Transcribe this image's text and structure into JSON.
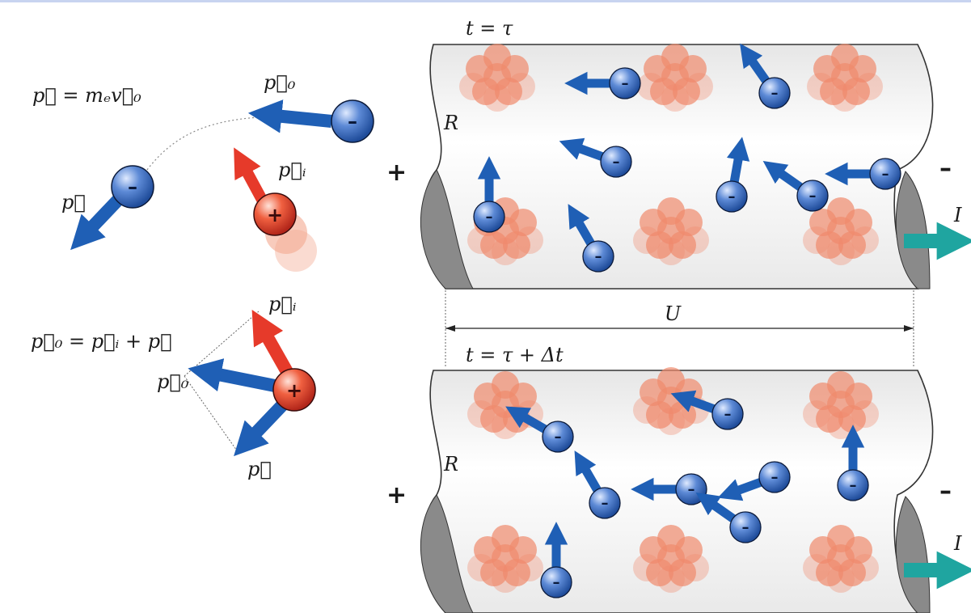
{
  "formulas": {
    "momentum": "p⃗ = mₑv⃗₀",
    "sum": "p⃗₀ = p⃗ᵢ + p⃗"
  },
  "labels": {
    "p0": "p⃗₀",
    "p": "p⃗",
    "pi": "p⃗ᵢ",
    "p0_vec": "p⃗₀",
    "p_vec": "p⃗",
    "pi_vec": "p⃗ᵢ",
    "time_top": "t = τ",
    "time_bottom": "t = τ + Δt",
    "resistance_top": "R",
    "resistance_bottom": "R",
    "voltage": "U",
    "current_top": "I",
    "current_bottom": "I",
    "plus_top": "+",
    "minus_top": "–",
    "plus_bottom": "+",
    "minus_bottom": "–"
  },
  "particles": {
    "electron_sign": "–",
    "ion_sign": "+"
  },
  "colors": {
    "electron": "#2f63b8",
    "electron_arrow": "#1f5fb5",
    "ion": "#e0442d",
    "ion_arrow": "#e63a2a",
    "lattice": "#f08a6c",
    "current_arrow": "#1fa5a0",
    "conductor_fill": "#f6f6f6",
    "terminal": "#8a8a8a"
  }
}
